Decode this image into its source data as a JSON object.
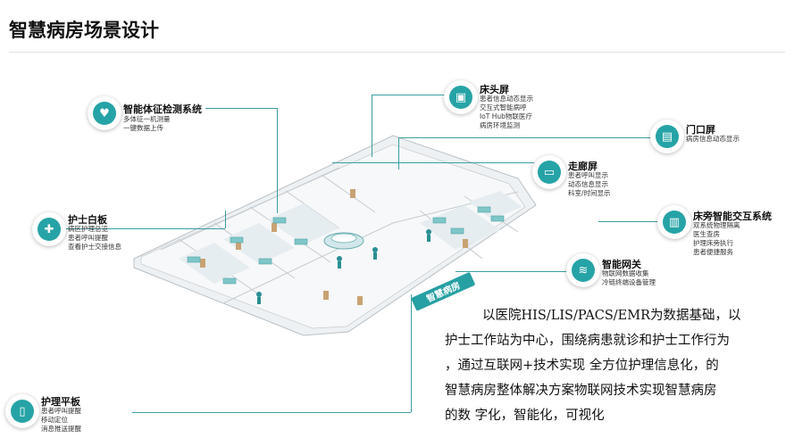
{
  "title": "智慧病房场景设计",
  "floor_sign": "智慧病房",
  "callouts": [
    {
      "id": "vitals",
      "icon": "vitals-monitor-icon",
      "head": "智能体征检测系统",
      "lines": [
        "多体征一机测量",
        "一键数据上传"
      ]
    },
    {
      "id": "bedhead",
      "icon": "bedside-screen-icon",
      "head": "床头屏",
      "lines": [
        "患者信息动态显示",
        "交互式智能病呼",
        "IoT Hub物联医疗",
        "病房环境监测"
      ]
    },
    {
      "id": "door",
      "icon": "door-screen-icon",
      "head": "门口屏",
      "lines": [
        "病房信息动态显示"
      ]
    },
    {
      "id": "corridor",
      "icon": "corridor-screen-icon",
      "head": "走廊屏",
      "lines": [
        "患者呼叫显示",
        "动态信息显示",
        "科室/时间显示"
      ]
    },
    {
      "id": "bedside",
      "icon": "bedside-terminal-icon",
      "head": "床旁智能交互系统",
      "lines": [
        "双系统物理隔离",
        "医生查房",
        "护理床旁执行",
        "患者便捷服务"
      ]
    },
    {
      "id": "nurse-board",
      "icon": "nurse-icon",
      "head": "护士白板",
      "lines": [
        "病区护理总览",
        "患者呼叫提醒",
        "查看护士交接信息"
      ]
    },
    {
      "id": "gateway",
      "icon": "gateway-icon",
      "head": "智能网关",
      "lines": [
        "物联网数据收集",
        "冷链终端设备管理"
      ]
    },
    {
      "id": "tablet",
      "icon": "tablet-icon",
      "head": "护理平板",
      "lines": [
        "患者呼叫提醒",
        "移动定位",
        "消息推送提醒"
      ]
    }
  ],
  "description": [
    "以医院HIS/LIS/PACS/EMR为数据基础，以",
    "护士工作站为中心，围绕病患就诊和护士工作行为",
    "，通过互联网+技术实现  全方位护理信息化，的",
    "智慧病房整体解决方案物联网技术实现智慧病房",
    "的数 字化，智能化，可视化"
  ]
}
